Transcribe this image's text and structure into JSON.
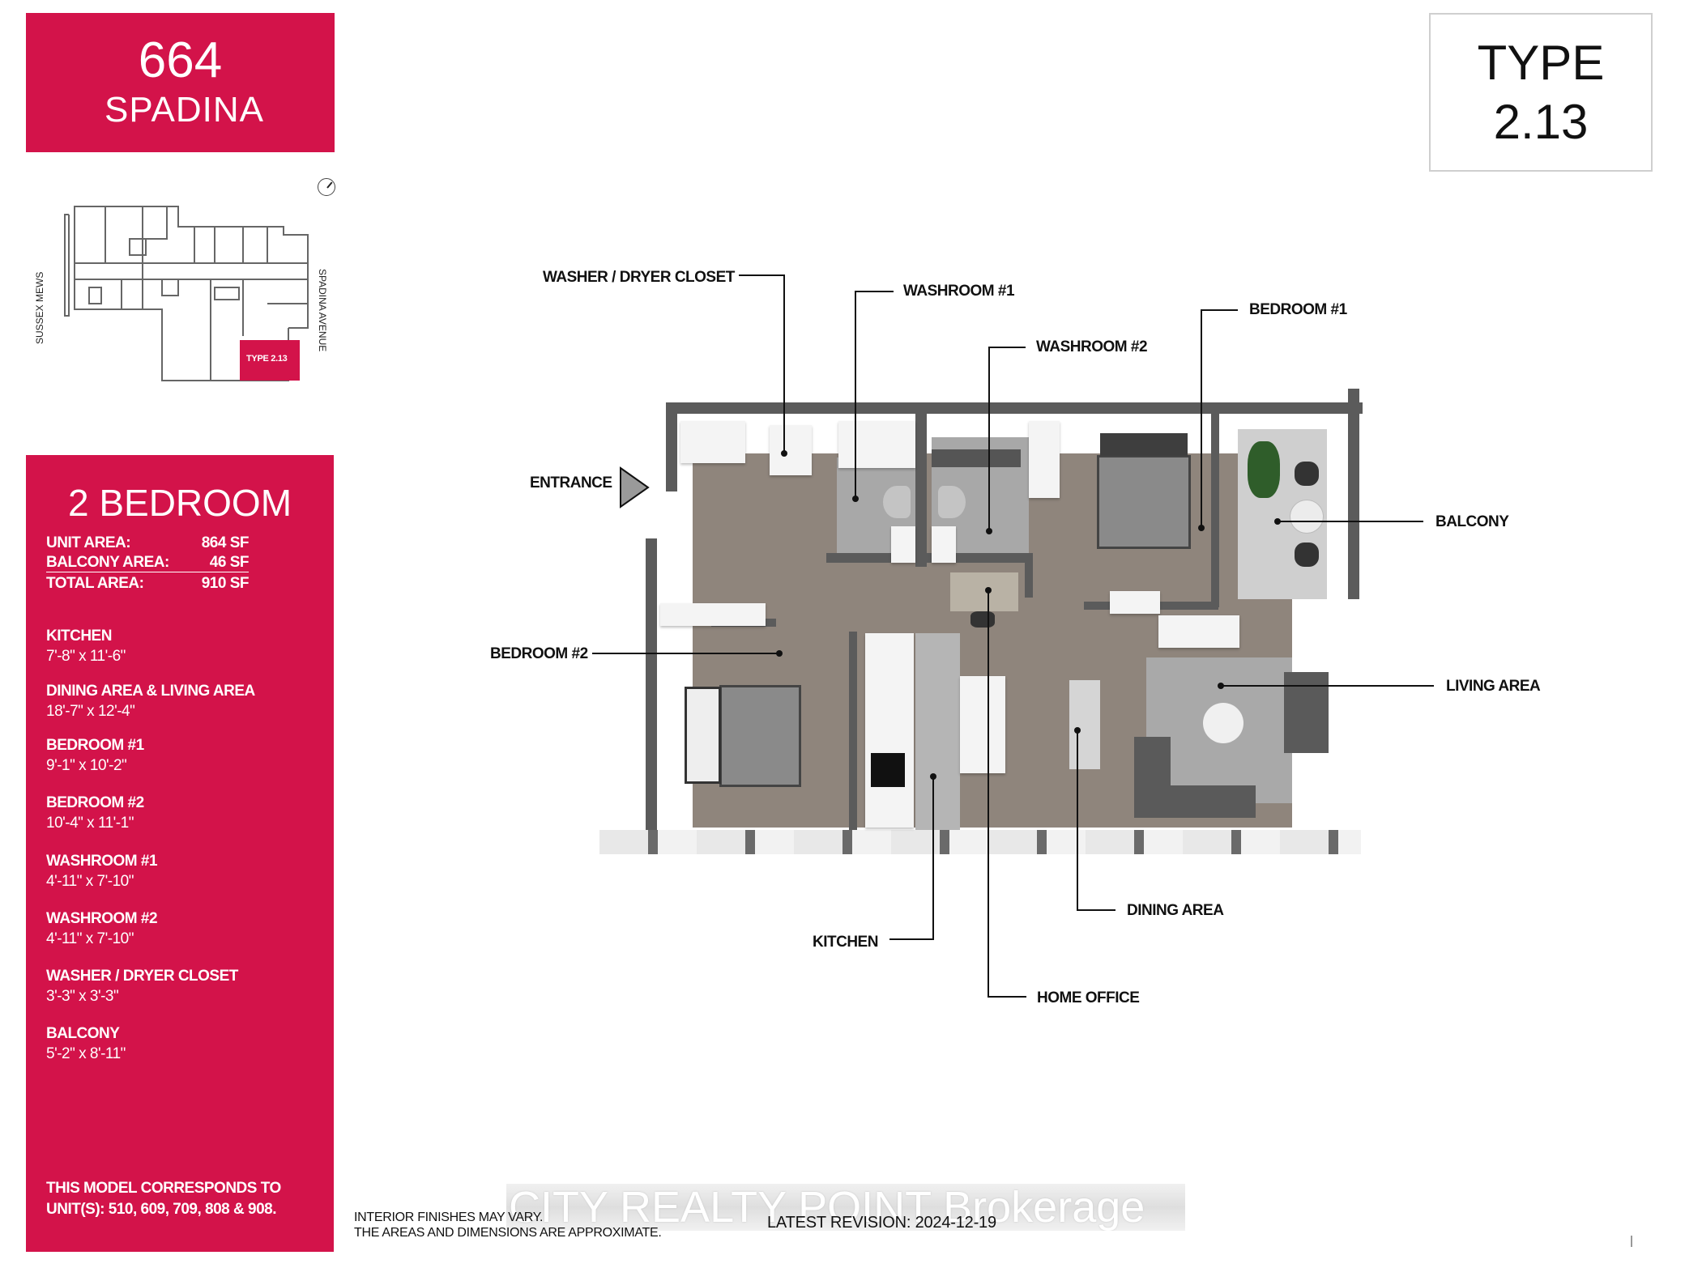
{
  "header": {
    "building_number": "664",
    "building_name": "SPADINA"
  },
  "type_box": {
    "line1": "TYPE",
    "line2": "2.13"
  },
  "key_plan": {
    "street_left": "SUSSEX MEWS",
    "street_right": "SPADINA AVENUE",
    "highlight_label": "TYPE 2.13",
    "compass_icon": "north-compass-icon"
  },
  "info": {
    "title": "2 BEDROOM",
    "areas": [
      {
        "label": "UNIT AREA:",
        "value": "864 SF"
      },
      {
        "label": "BALCONY AREA:",
        "value": "46 SF"
      },
      {
        "label": "TOTAL AREA:",
        "value": "910 SF"
      }
    ],
    "rooms": [
      {
        "name": "KITCHEN",
        "dims": "7'-8\" x 11'-6\""
      },
      {
        "name": "DINING AREA & LIVING AREA",
        "dims": "18'-7\" x 12'-4\""
      },
      {
        "name": "BEDROOM #1",
        "dims": "9'-1\" x 10'-2\""
      },
      {
        "name": "BEDROOM #2",
        "dims": "10'-4\" x 11'-1\""
      },
      {
        "name": "WASHROOM #1",
        "dims": "4'-11\" x 7'-10\""
      },
      {
        "name": "WASHROOM #2",
        "dims": "4'-11\" x 7'-10\""
      },
      {
        "name": "WASHER / DRYER CLOSET",
        "dims": "3'-3\" x 3'-3\""
      },
      {
        "name": "BALCONY",
        "dims": "5'-2\" x 8'-11\""
      }
    ],
    "units_line1": "THIS MODEL CORRESPONDS TO",
    "units_line2": "UNIT(S): 510, 609, 709, 808 & 908."
  },
  "plan_labels": {
    "washer_dryer": "WASHER / DRYER CLOSET",
    "washroom1": "WASHROOM #1",
    "washroom2": "WASHROOM #2",
    "bedroom1": "BEDROOM #1",
    "entrance": "ENTRANCE",
    "bedroom2": "BEDROOM #2",
    "balcony": "BALCONY",
    "living": "LIVING AREA",
    "dining": "DINING AREA",
    "kitchen": "KITCHEN",
    "home_office": "HOME OFFICE"
  },
  "footer": {
    "disclaimer1": "INTERIOR FINISHES MAY VARY.",
    "disclaimer2": "THE AREAS AND DIMENSIONS ARE APPROXIMATE.",
    "revision": "LATEST REVISION: 2024-12-19",
    "watermark": "CITY REALTY POINT  Brokerage"
  },
  "colors": {
    "brand_red": "#d3134a",
    "wall": "#5b5b5b",
    "floor": "#8f857c"
  }
}
